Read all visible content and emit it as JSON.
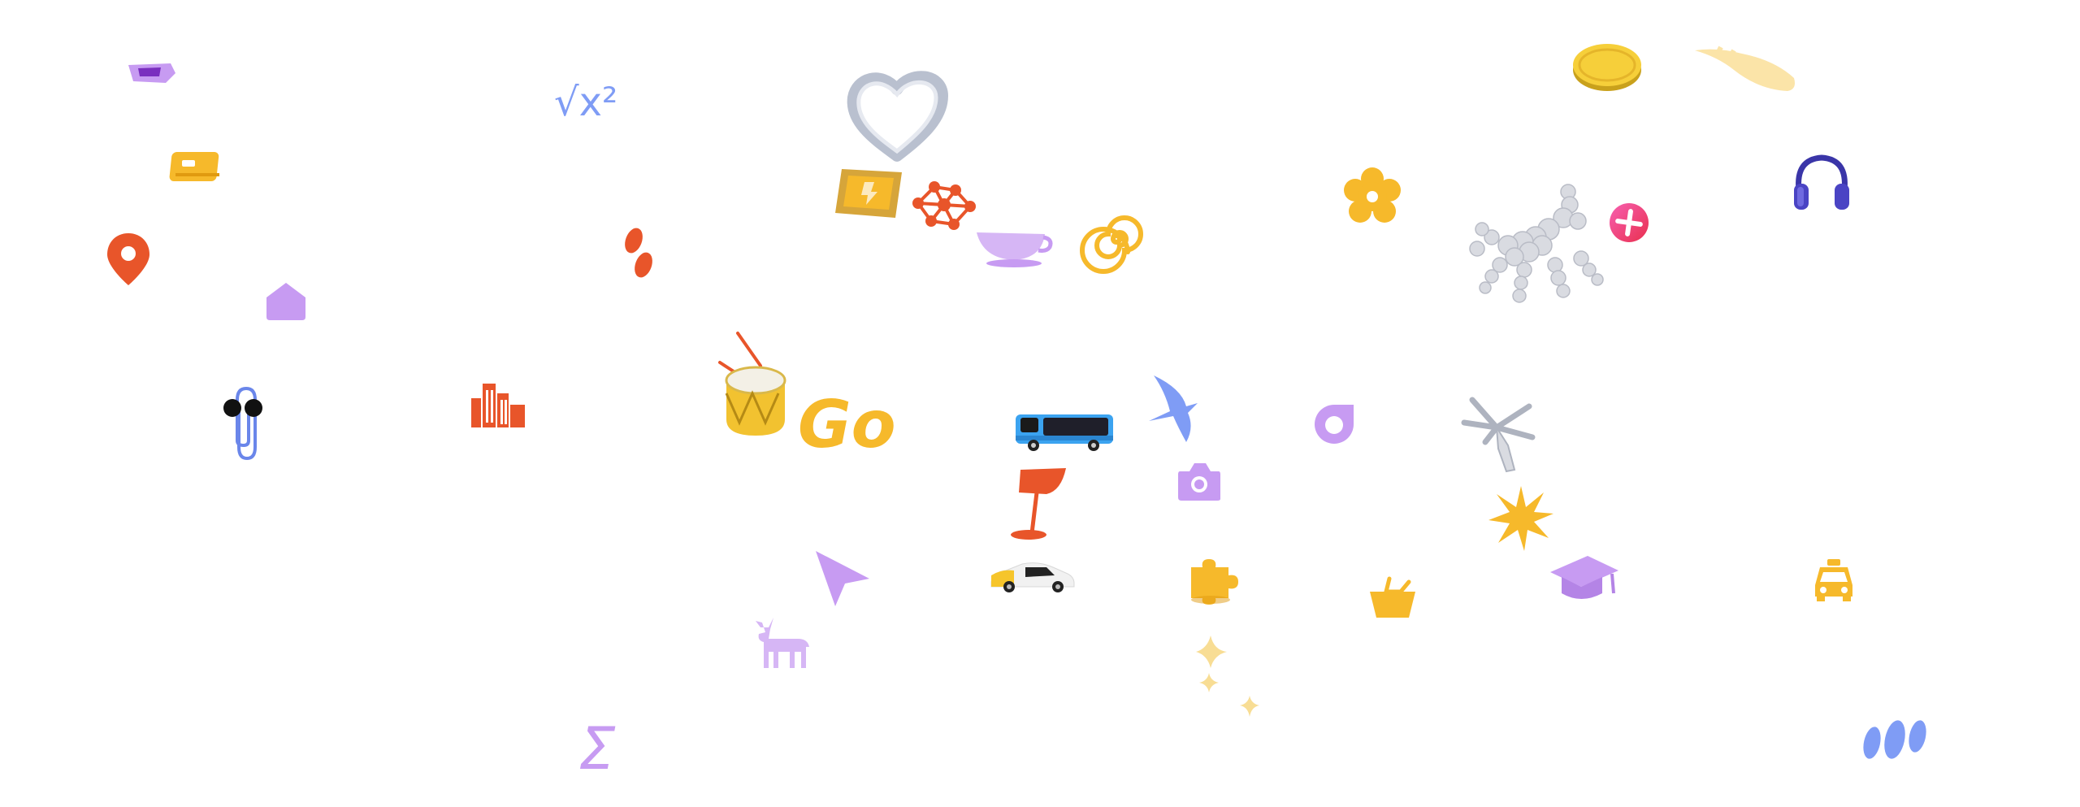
{
  "scene": {
    "description_key": "floating-service-icons",
    "colors": {
      "purple": "#c79bf2",
      "purple_deep": "#7a2fbf",
      "orange": "#e8552a",
      "yellow": "#f6b92b",
      "blue": "#7f9cf5",
      "navy": "#3a35a8",
      "pink": "#ec3f7a",
      "gray": "#cfd3dc",
      "black": "#111111",
      "white": "#ffffff"
    }
  },
  "labels": {
    "go": "Go",
    "math": "√x²",
    "sigma": "Σ"
  },
  "icons": [
    "ticket-icon",
    "card-icon",
    "location-pin-icon",
    "home-icon",
    "paperclip-icon",
    "math-icon",
    "footprints-icon",
    "buildings-icon",
    "sigma-icon",
    "heart-icon",
    "picture-frame-icon",
    "network-icon",
    "teacup-icon",
    "spiral-icon",
    "drum-icon",
    "go-logo-icon",
    "bus-icon",
    "swallow-icon",
    "lamp-icon",
    "taxi-car-icon",
    "cursor-icon",
    "deer-icon",
    "camera-icon",
    "puzzle-icon",
    "sparkles-icon",
    "flower-icon",
    "alice-icon",
    "basket-icon",
    "coin-icon",
    "feather-icon",
    "dog-icon",
    "plus-badge-icon",
    "palm-icon",
    "burst-icon",
    "graduation-cap-icon",
    "headphones-icon",
    "taxi-icon",
    "dots-logo-icon"
  ]
}
